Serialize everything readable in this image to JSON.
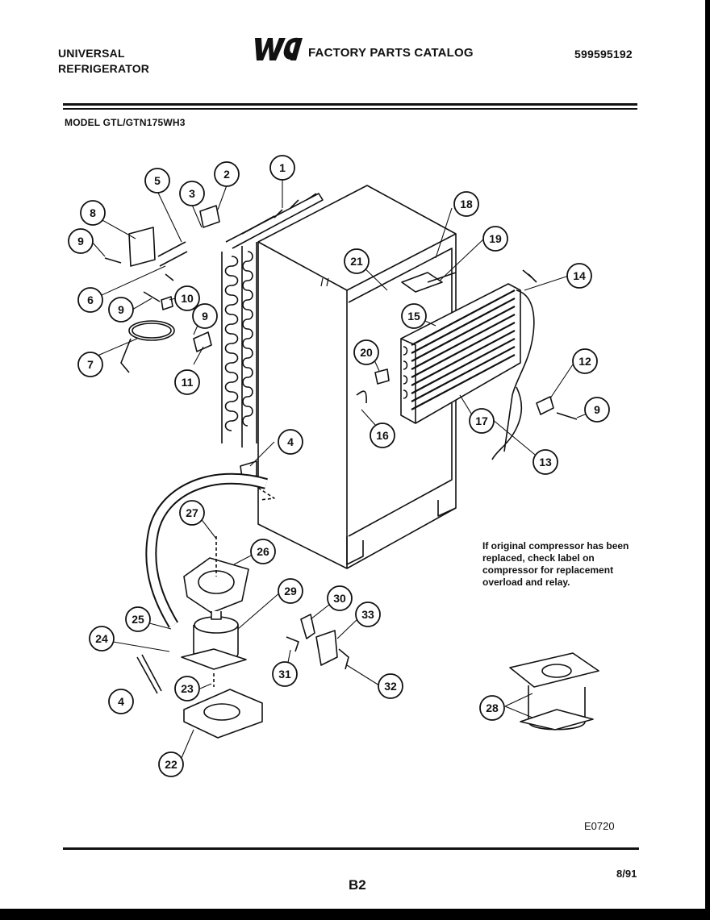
{
  "header": {
    "brand_line1": "UNIVERSAL",
    "brand_line2": "REFRIGERATOR",
    "logo_text": "WCI",
    "catalog_title": "FACTORY PARTS CATALOG",
    "catalog_number": "599595192"
  },
  "model_line": "MODEL GTL/GTN175WH3",
  "callouts": [
    "1",
    "2",
    "3",
    "4",
    "4",
    "5",
    "6",
    "7",
    "8",
    "9",
    "9",
    "9",
    "9",
    "10",
    "11",
    "12",
    "13",
    "14",
    "15",
    "16",
    "17",
    "18",
    "19",
    "20",
    "21",
    "22",
    "23",
    "24",
    "25",
    "26",
    "27",
    "28",
    "29",
    "30",
    "31",
    "32",
    "33"
  ],
  "note": "If original compressor has been replaced, check label on compressor for replacement overload and relay.",
  "diagram_code": "E0720",
  "footer": {
    "page_number": "B2",
    "date": "8/91"
  }
}
